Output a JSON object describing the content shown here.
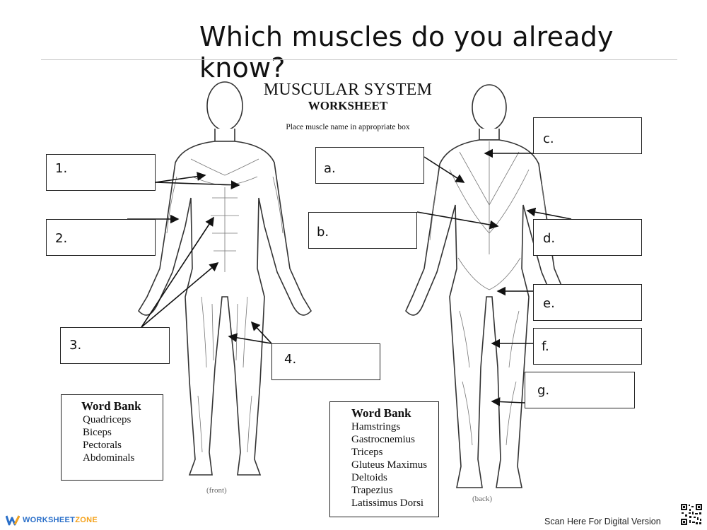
{
  "page_title": "Which muscles do you already know?",
  "worksheet": {
    "title": "MUSCULAR SYSTEM",
    "subtitle": "WORKSHEET",
    "instruction": "Place muscle name in appropriate box",
    "front_caption": "(front)",
    "back_caption": "(back)"
  },
  "front_labels": [
    "1.",
    "2.",
    "3.",
    "4."
  ],
  "back_labels": [
    "a.",
    "b.",
    "c.",
    "d.",
    "e.",
    "f.",
    "g."
  ],
  "word_bank_front": {
    "title": "Word Bank",
    "items": [
      "Quadriceps",
      "Biceps",
      "Pectorals",
      "Abdominals"
    ]
  },
  "word_bank_back": {
    "title": "Word Bank",
    "items": [
      "Hamstrings",
      "Gastrocnemius",
      "Triceps",
      "Gluteus Maximus",
      "Deltoids",
      "Trapezius",
      "Latissimus Dorsi"
    ]
  },
  "footer": {
    "brand_main": "WORKSHEET",
    "brand_accent": "ZONE",
    "scan_text": "Scan Here For Digital Version"
  }
}
